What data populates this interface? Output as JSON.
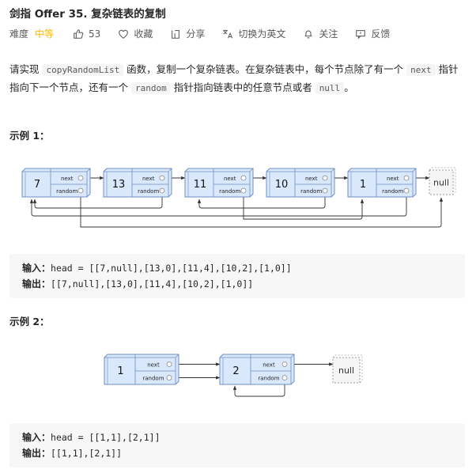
{
  "header": {
    "title": "剑指 Offer 35. 复杂链表的复制",
    "difficulty_label": "难度",
    "difficulty": "中等",
    "difficulty_color": "#ffb800",
    "actions": [
      {
        "icon": "thumbs-up-icon",
        "label": "53"
      },
      {
        "icon": "heart-icon",
        "label": "收藏"
      },
      {
        "icon": "share-icon",
        "label": "分享"
      },
      {
        "icon": "translate-icon",
        "label": "切换为英文"
      },
      {
        "icon": "bell-icon",
        "label": "关注"
      },
      {
        "icon": "feedback-icon",
        "label": "反馈"
      }
    ]
  },
  "description": {
    "p1": "请实现 ",
    "code1": "copyRandomList",
    "p2": " 函数，复制一个复杂链表。在复杂链表中，每个节点除了有一个 ",
    "code2": "next",
    "p3": " 指针指向下一个节点，还有一个 ",
    "code3": "random",
    "p4": " 指针指向链表中的任意节点或者 ",
    "code4": "null",
    "p5": "。"
  },
  "example1": {
    "title": "示例 1：",
    "nodes": [
      "7",
      "13",
      "11",
      "10",
      "1"
    ],
    "null_label": "null",
    "next_label": "next",
    "random_label": "random",
    "input_label": "输入：",
    "input_value": "head = [[7,null],[13,0],[11,4],[10,2],[1,0]]",
    "output_label": "输出：",
    "output_value": "[[7,null],[13,0],[11,4],[10,2],[1,0]]"
  },
  "example2": {
    "title": "示例 2：",
    "nodes": [
      "1",
      "2"
    ],
    "null_label": "null",
    "next_label": "next",
    "random_label": "random",
    "input_label": "输入：",
    "input_value": "head = [[1,1],[2,1]]",
    "output_label": "输出：",
    "output_value": "[[1,1],[2,1]]"
  },
  "colors": {
    "node_fill": "#dae8fc",
    "node_stroke": "#6c8ebf",
    "arrow": "#333333"
  }
}
